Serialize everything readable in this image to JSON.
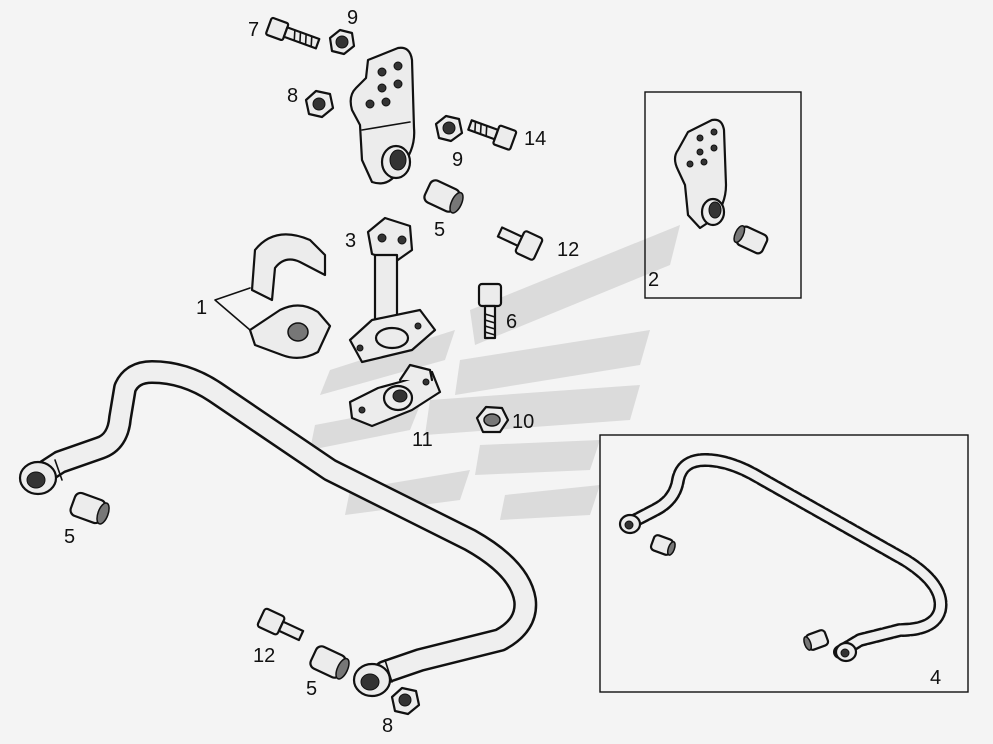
{
  "callouts": [
    {
      "id": "c7a",
      "text": "7"
    },
    {
      "id": "c9a",
      "text": "9"
    },
    {
      "id": "c8a",
      "text": "8"
    },
    {
      "id": "c9b",
      "text": "9"
    },
    {
      "id": "c14",
      "text": "14"
    },
    {
      "id": "c5a",
      "text": "5"
    },
    {
      "id": "c3",
      "text": "3"
    },
    {
      "id": "c12a",
      "text": "12"
    },
    {
      "id": "c1",
      "text": "1"
    },
    {
      "id": "c6",
      "text": "6"
    },
    {
      "id": "c2",
      "text": "2"
    },
    {
      "id": "c10",
      "text": "10"
    },
    {
      "id": "c11",
      "text": "11"
    },
    {
      "id": "c5b",
      "text": "5"
    },
    {
      "id": "c12b",
      "text": "12"
    },
    {
      "id": "c5c",
      "text": "5"
    },
    {
      "id": "c8b",
      "text": "8"
    },
    {
      "id": "c4",
      "text": "4"
    }
  ],
  "colors": {
    "line": "#111111",
    "fill": "#ececec",
    "watermark": "#d6d6d6",
    "background": "#f4f4f4"
  }
}
